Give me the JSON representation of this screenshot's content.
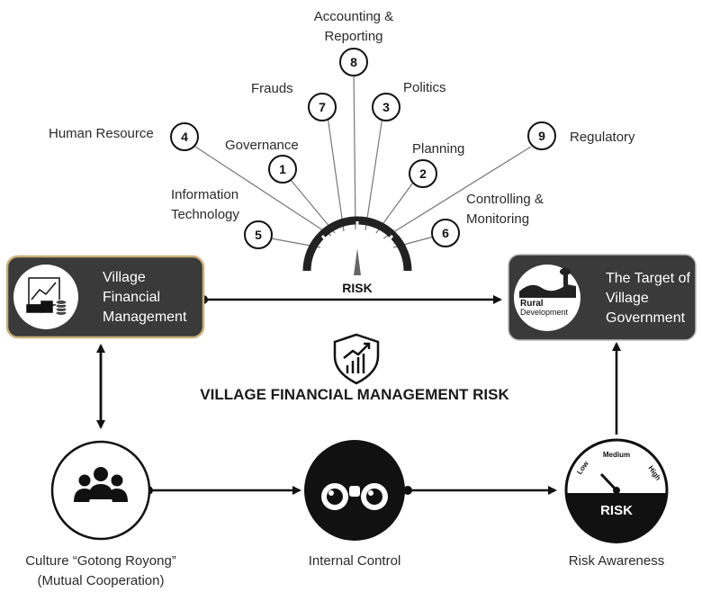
{
  "gauge": {
    "label": "RISK"
  },
  "risk_factors": [
    {
      "number": "8",
      "lines": [
        "Accounting &",
        "Reporting"
      ]
    },
    {
      "number": "7",
      "lines": [
        "Frauds"
      ]
    },
    {
      "number": "3",
      "lines": [
        "Politics"
      ]
    },
    {
      "number": "4",
      "lines": [
        "Human Resource"
      ]
    },
    {
      "number": "1",
      "lines": [
        "Governance"
      ]
    },
    {
      "number": "2",
      "lines": [
        "Planning"
      ]
    },
    {
      "number": "9",
      "lines": [
        "Regulatory"
      ]
    },
    {
      "number": "5",
      "lines": [
        "Information",
        "Technology"
      ]
    },
    {
      "number": "6",
      "lines": [
        "Controlling &",
        "Monitoring"
      ]
    }
  ],
  "boxes": {
    "left": {
      "lines": [
        "Village",
        "Financial",
        "Management"
      ]
    },
    "right": {
      "lines": [
        "The Target of",
        "Village",
        "Government"
      ],
      "logo_text": [
        "Rural",
        "Development"
      ]
    }
  },
  "center_title": "VILLAGE FINANCIAL MANAGEMENT RISK",
  "bottom_nodes": {
    "culture": {
      "lines": [
        "Culture “Gotong Royong”",
        "(Mutual Cooperation)"
      ]
    },
    "internal": {
      "lines": [
        "Internal Control"
      ]
    },
    "awareness": {
      "lines": [
        "Risk Awareness"
      ],
      "meter_label": "RISK",
      "scale": [
        "Low",
        "Medium",
        "High"
      ]
    }
  },
  "colors": {
    "box_fill": "#3a3a3a",
    "box_border": "#c9b07a",
    "line": "#111111",
    "leader": "#777777"
  }
}
